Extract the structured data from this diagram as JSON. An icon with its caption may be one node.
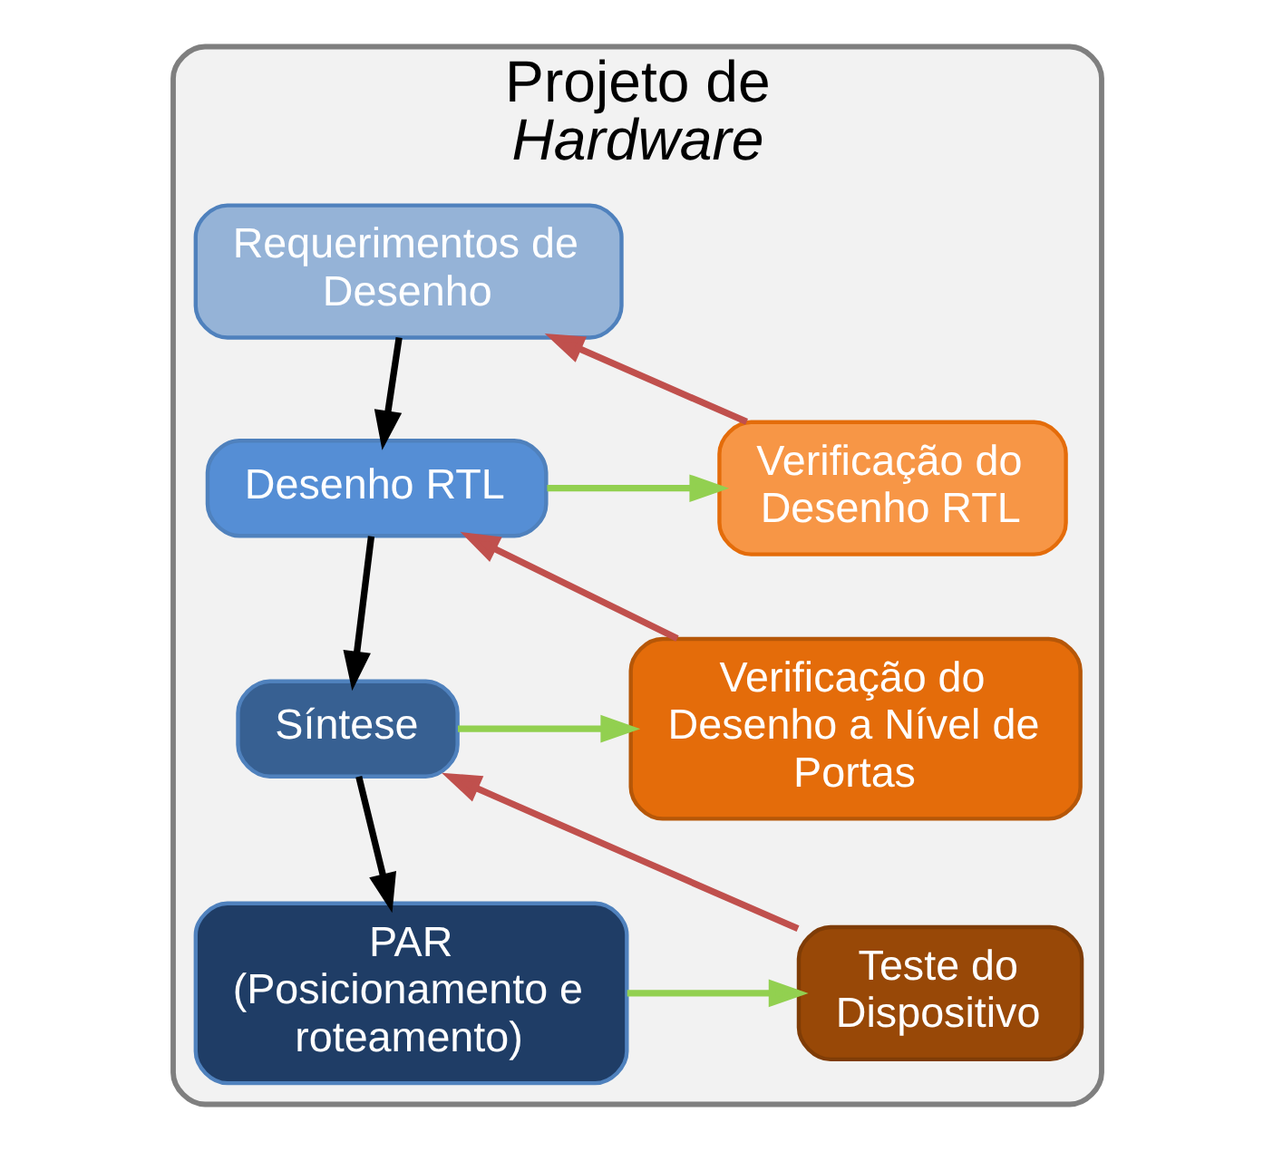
{
  "diagram": {
    "nodes": [
      {
        "text": [
          "Projeto de *Hardware*"
        ]
      },
      {
        "text": [
          "Requerimentos de Desenho"
        ],
        "in": 0
      },
      {
        "text": [
          "Desenho RTL"
        ],
        "in": 0
      },
      {
        "text": [
          "Síntese"
        ],
        "in": 0
      },
      {
        "text": [
          "PAR (Posicionamento e roteamento)"
        ],
        "in": 0
      },
      {
        "text": [
          "Verificação do Desenho RTL"
        ],
        "in": 0
      },
      {
        "text": [
          "Verificação do Desenho a Nível de Portas"
        ],
        "in": 0
      },
      {
        "text": [
          "Teste do Dispositivo"
        ],
        "in": 0
      }
    ],
    "edges": [
      {
        "from": 1,
        "to": 2,
        "arrow": "to",
        "color": "#000000"
      },
      {
        "from": 2,
        "to": 3,
        "arrow": "to",
        "color": "#000000"
      },
      {
        "from": 3,
        "to": 4,
        "arrow": "to",
        "color": "#000000"
      },
      {
        "from": 2,
        "to": 5,
        "arrow": "to",
        "color": "#92d050"
      },
      {
        "from": 3,
        "to": 6,
        "arrow": "to",
        "color": "#92d050"
      },
      {
        "from": 4,
        "to": 7,
        "arrow": "to",
        "color": "#92d050"
      },
      {
        "from": 5,
        "to": 1,
        "arrow": "to",
        "color": "#c0504d"
      },
      {
        "from": 6,
        "to": 2,
        "arrow": "to",
        "color": "#c0504d"
      },
      {
        "from": 7,
        "to": 3,
        "arrow": "to",
        "color": "#c0504d"
      }
    ]
  }
}
